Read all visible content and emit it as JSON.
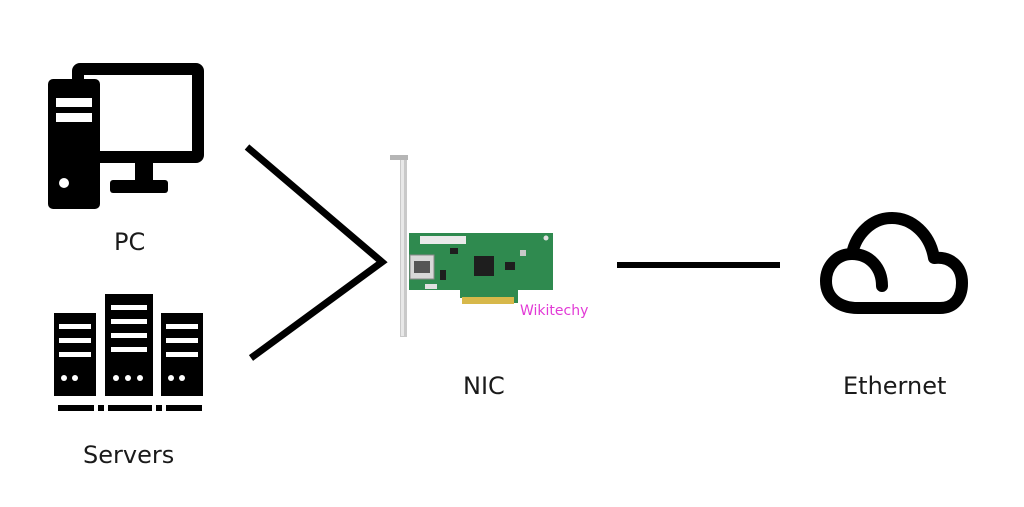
{
  "labels": {
    "pc": "PC",
    "servers": "Servers",
    "nic": "NIC",
    "ethernet": "Ethernet"
  },
  "watermark": {
    "text": "Wikitechy",
    "color": "#e23ad6"
  },
  "icons": {
    "pc": "desktop-computer-icon",
    "servers": "server-rack-icon",
    "nic": "network-interface-card",
    "ethernet": "cloud-icon"
  },
  "colors": {
    "stroke": "#000000",
    "pcb_green": "#2f8a4f",
    "bracket": "#c9c9c9"
  }
}
